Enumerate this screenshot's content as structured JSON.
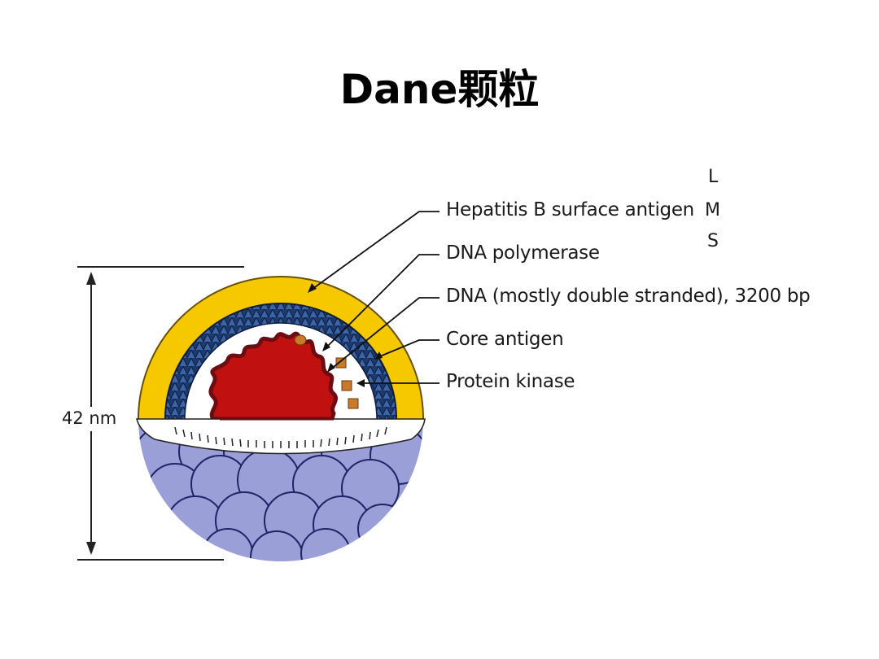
{
  "title": "Dane颗粒",
  "diagram": {
    "subject": "Hepatitis B virus (Dane particle) structure",
    "dimension": "42 nm",
    "labels": [
      {
        "id": "hbsag",
        "text": "Hepatitis B surface antigen"
      },
      {
        "id": "dna-polymerase",
        "text": "DNA polymerase"
      },
      {
        "id": "dna",
        "text": "DNA (mostly double stranded), 3200 bp"
      },
      {
        "id": "core-antigen",
        "text": "Core antigen"
      },
      {
        "id": "protein-kinase",
        "text": "Protein kinase"
      }
    ],
    "surface_antigen_forms": [
      "L",
      "M",
      "S"
    ],
    "colors": {
      "envelope": "#f5c800",
      "capsid": "#1d3a6e",
      "dna": "#c01010",
      "dna_outline": "#6b0d12",
      "enzyme": "#c87a2a",
      "capsomer": "#9a9fd8",
      "capsomer_outline": "#1e2466"
    }
  }
}
